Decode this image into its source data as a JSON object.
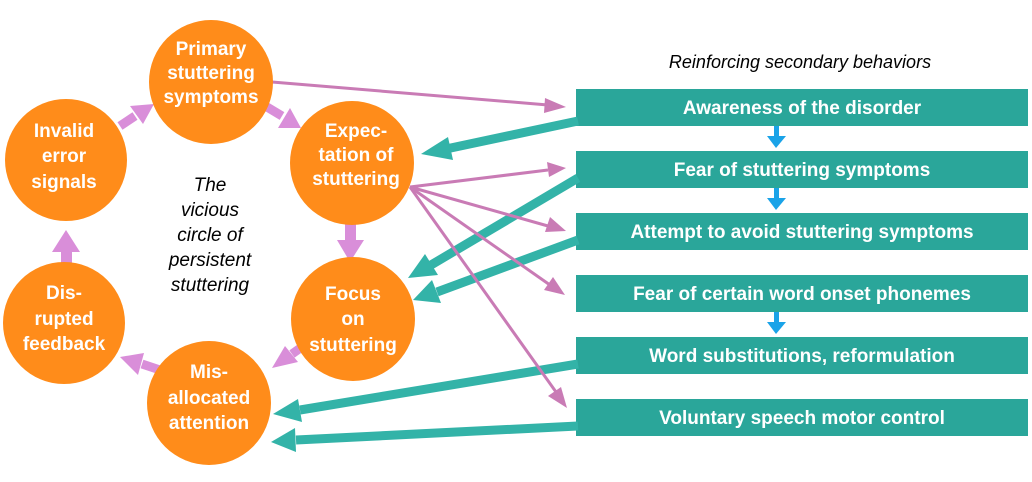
{
  "colors": {
    "circle": "#ff8c1a",
    "box": "#2aa69a",
    "cycle_arrow": "#d98ed9",
    "pink_arrow": "#c97bb5",
    "teal_arrow": "#33b3a8",
    "down_arrow": "#1aa3e8"
  },
  "header": "Reinforcing secondary behaviors",
  "center_label": [
    "The",
    "vicious",
    "circle of",
    "persistent",
    "stuttering"
  ],
  "circles": [
    {
      "id": "primary",
      "lines": [
        "Primary",
        "stuttering",
        "symptoms"
      ]
    },
    {
      "id": "expectation",
      "lines": [
        "Expec-",
        "tation of",
        "stuttering"
      ]
    },
    {
      "id": "focus",
      "lines": [
        "Focus",
        "on",
        "stuttering"
      ]
    },
    {
      "id": "misallocated",
      "lines": [
        "Mis-",
        "allocated",
        "attention"
      ]
    },
    {
      "id": "disrupted",
      "lines": [
        "Dis-",
        "rupted",
        "feedback"
      ]
    },
    {
      "id": "invalid",
      "lines": [
        "Invalid",
        "error",
        "signals"
      ]
    }
  ],
  "boxes": [
    "Awareness of the disorder",
    "Fear of stuttering symptoms",
    "Attempt to avoid stuttering symptoms",
    "Fear of certain word onset phonemes",
    "Word substitutions, reformulation",
    "Voluntary speech motor control"
  ]
}
